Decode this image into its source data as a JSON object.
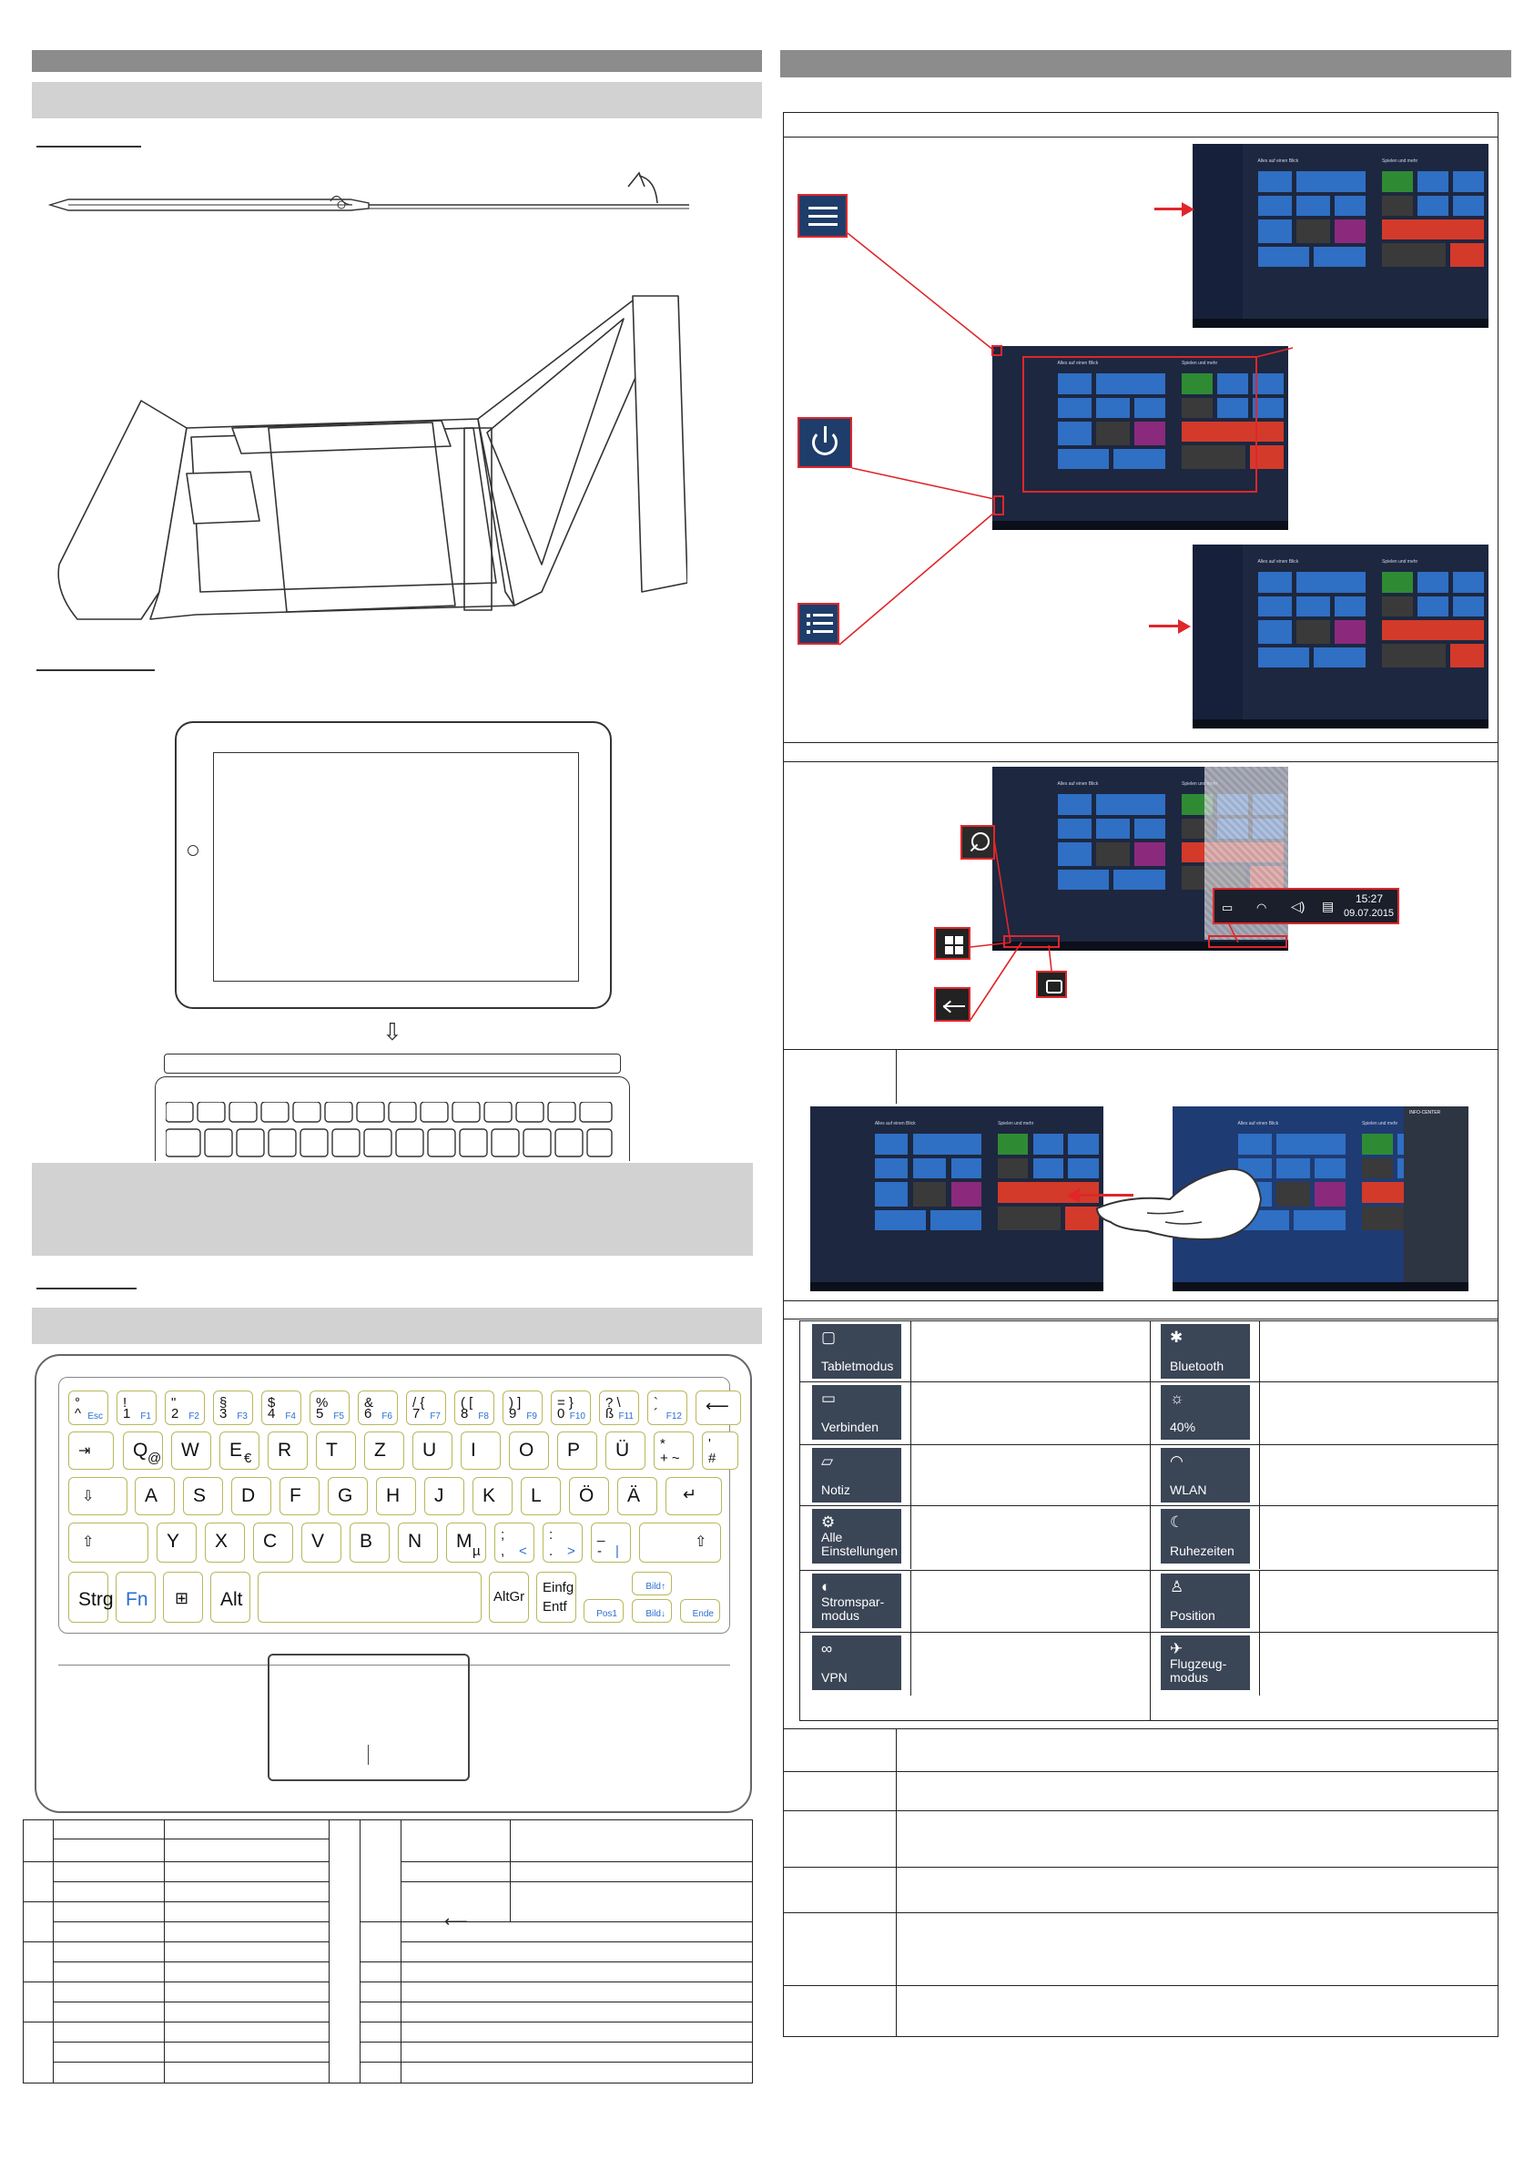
{
  "keyboard": {
    "row1": [
      {
        "top": "°",
        "bot": "^",
        "fn": "Esc"
      },
      {
        "top": "!",
        "bot": "1",
        "fn": "F1"
      },
      {
        "top": "\"",
        "bot": "2",
        "fn": "F2"
      },
      {
        "top": "§",
        "bot": "3",
        "fn": "F3"
      },
      {
        "top": "$",
        "bot": "4",
        "fn": "F4"
      },
      {
        "top": "%",
        "bot": "5",
        "fn": "F5"
      },
      {
        "top": "&",
        "bot": "6",
        "fn": "F6"
      },
      {
        "top": "/ {",
        "bot": "7",
        "fn": "F7"
      },
      {
        "top": "( [",
        "bot": "8",
        "fn": "F8"
      },
      {
        "top": ") ]",
        "bot": "9",
        "fn": "F9"
      },
      {
        "top": "= }",
        "bot": "0",
        "fn": "F10"
      },
      {
        "top": "? \\",
        "bot": "ß",
        "fn": "F11"
      },
      {
        "top": "`",
        "bot": "´",
        "fn": "F12"
      }
    ],
    "row2": [
      "Q",
      "W",
      "E",
      "R",
      "T",
      "Z",
      "U",
      "I",
      "O",
      "P",
      "Ü"
    ],
    "row2_sub": {
      "q": "@",
      "e": "€"
    },
    "plus_key": {
      "top": "*",
      "bot": "+ ~"
    },
    "hash_key": {
      "top": "'",
      "bot": "#"
    },
    "row3": [
      "A",
      "S",
      "D",
      "F",
      "G",
      "H",
      "J",
      "K",
      "L",
      "Ö",
      "Ä"
    ],
    "row4": [
      "Y",
      "X",
      "C",
      "V",
      "B",
      "N",
      "M"
    ],
    "m_sub": "µ",
    "comma_key": {
      "top": ";",
      "bot": ",",
      "alt": "<"
    },
    "period_key": {
      "top": ":",
      "bot": ".",
      "alt": ">"
    },
    "minus_key": {
      "top": "_",
      "bot": "-",
      "alt": "|"
    },
    "strg": "Strg",
    "fn": "Fn",
    "alt": "Alt",
    "altgr": "AltGr",
    "einfg": "Einfg",
    "entf": "Entf",
    "bild_up": "Bild↑",
    "bild_down": "Bild↓",
    "pos1": "Pos1",
    "ende": "Ende"
  },
  "start": {
    "col_left": "Alles auf einen Blick",
    "col_right": "Spielen und mehr"
  },
  "tray": {
    "time": "15:27",
    "date": "09.07.2015"
  },
  "quick_actions": {
    "left": [
      "Tabletmodus",
      "Verbinden",
      "Notiz",
      "Alle Einstellungen",
      "Stromspar-modus",
      "VPN"
    ],
    "right": [
      "Bluetooth",
      "40%",
      "WLAN",
      "Ruhezeiten",
      "Position",
      "Flugzeug-modus"
    ]
  },
  "action_center_label": "INFO-CENTER"
}
